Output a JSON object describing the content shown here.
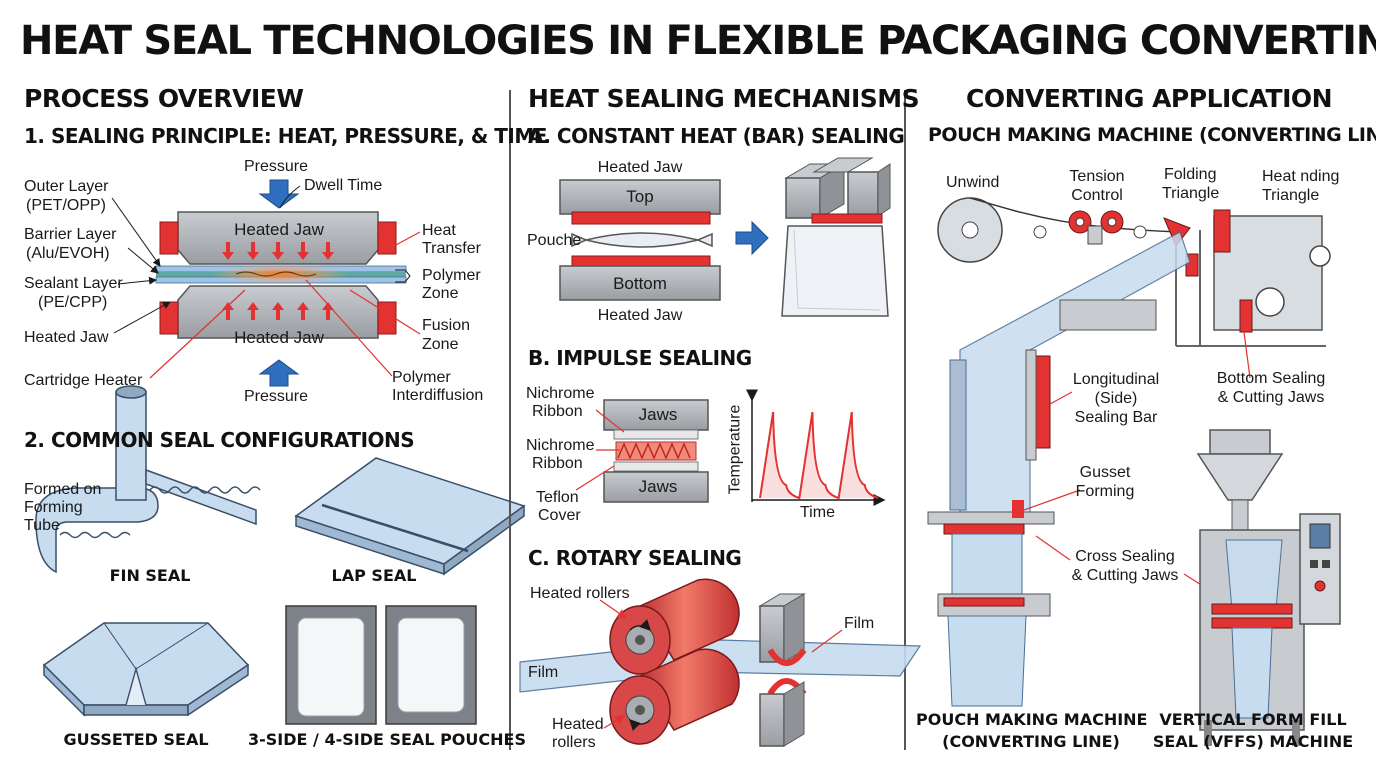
{
  "title": "HEAT SEAL TECHNOLOGIES IN FLEXIBLE PACKAGING CONVERTING",
  "colors": {
    "steel": "#a9adb2",
    "steel_dark": "#7d8288",
    "heat_red": "#e23232",
    "film_blue": "#bcd3ea",
    "arrow_blue": "#2f6fbf",
    "glow_orange": "#f29a3a"
  },
  "process": {
    "heading": "PROCESS OVERVIEW",
    "principle": {
      "heading": "1. SEALING PRINCIPLE: HEAT, PRESSURE, & TIME",
      "pressure_top": "Pressure",
      "dwell_time": "Dwell Time",
      "outer_layer": [
        "Outer Layer",
        "(PET/OPP)"
      ],
      "barrier_layer": [
        "Barrier Layer",
        "(Alu/EVOH)"
      ],
      "sealant_layer": [
        "Sealant Layer",
        "(PE/CPP)"
      ],
      "heated_jaw_label": "Heated Jaw",
      "cartridge_heater": "Cartridge Heater",
      "heated_jaw_top": "Heated Jaw",
      "heated_jaw_bottom": "Heated Jaw",
      "heat_transfer": [
        "Heat",
        "Transfer"
      ],
      "polymer_zone": [
        "Polymer",
        "Zone"
      ],
      "fusion_zone": [
        "Fusion",
        "Zone"
      ],
      "pressure_bottom": "Pressure",
      "polymer_interdiffusion": [
        "Polymer",
        "Interdiffusion"
      ]
    },
    "configs": {
      "heading": "2. COMMON SEAL CONFIGURATIONS",
      "formed_on": [
        "Formed on",
        "Forming",
        "Tube"
      ],
      "fin_seal": "FIN SEAL",
      "lap_seal": "LAP SEAL",
      "gusseted_seal": "GUSSETED SEAL",
      "side_seal_pouches": "3-SIDE / 4-SIDE SEAL POUCHES"
    }
  },
  "mechanisms": {
    "heading": "HEAT SEALING MECHANISMS",
    "constant": {
      "heading": "A. CONSTANT HEAT (BAR) SEALING",
      "heated_jaw_top": "Heated Jaw",
      "top": "Top",
      "pouche": "Pouche",
      "bottom": "Bottom",
      "heated_jaw_bottom": "Heated Jaw"
    },
    "impulse": {
      "heading": "B. IMPULSE SEALING",
      "nichrome_1": [
        "Nichrome",
        "Ribbon"
      ],
      "nichrome_2": [
        "Nichrome",
        "Ribbon"
      ],
      "teflon": [
        "Teflon",
        "Cover"
      ],
      "jaws_top": "Jaws",
      "jaws_bottom": "Jaws",
      "y_axis": "Temperature",
      "x_axis": "Time"
    },
    "rotary": {
      "heading": "C. ROTARY SEALING",
      "heated_rollers_top": "Heated rollers",
      "film_left": "Film",
      "heated_rollers_bottom": [
        "Heated",
        "rollers"
      ],
      "film_right": "Film"
    }
  },
  "converting": {
    "heading": "CONVERTING APPLICATION",
    "subheading": "POUCH MAKING MACHINE (CONVERTING LINE)",
    "unwind": "Unwind",
    "tension_control": [
      "Tension",
      "Control"
    ],
    "folding_triangle": [
      "Folding",
      "Triangle"
    ],
    "heat_nding_triangle": [
      "Heat nding",
      "Triangle"
    ],
    "longitudinal": [
      "Longitudinal",
      "(Side)",
      "Sealing Bar"
    ],
    "bottom_sealing": [
      "Bottom Sealing",
      "& Cutting Jaws"
    ],
    "gusset_forming": [
      "Gusset",
      "Forming"
    ],
    "cross_sealing": [
      "Cross Sealing",
      "& Cutting Jaws"
    ],
    "caption_left": [
      "POUCH MAKING MACHINE",
      "(CONVERTING LINE)"
    ],
    "caption_right": [
      "VERTICAL FORM FILL",
      "SEAL (VFFS) MACHINE"
    ]
  },
  "impulse_chart": {
    "type": "line",
    "xlabel": "Time",
    "ylabel": "Temperature",
    "series": [
      {
        "values": [
          0,
          1,
          0.15,
          0,
          1,
          0.15,
          0,
          1,
          0.15,
          0
        ]
      }
    ]
  }
}
